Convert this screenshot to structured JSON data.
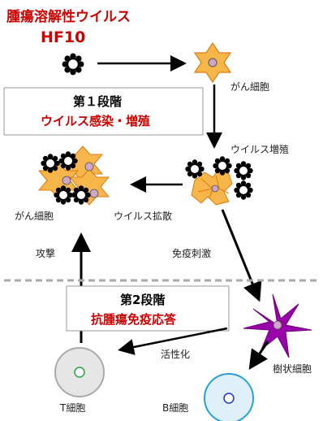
{
  "title": {
    "line1": "腫瘍溶解性ウイルス",
    "line2": "HF10"
  },
  "stage1": {
    "heading": "第１段階",
    "subtitle": "ウイルス感染・増殖"
  },
  "stage2": {
    "heading": "第2段階",
    "subtitle": "抗腫瘍免疫応答"
  },
  "labels": {
    "cancer_cell_top": "がん細胞",
    "virus_proliferation": "ウイルス増殖",
    "cancer_cell_left": "がん細胞",
    "virus_spread": "ウイルス拡散",
    "attack": "攻撃",
    "immune_stimulation": "免疫刺激",
    "activation": "活性化",
    "dendritic_cell": "樹状細胞",
    "t_cell": "T細胞",
    "b_cell": "B細胞"
  },
  "colors": {
    "title_red": "#cc0000",
    "cancer_fill": "#f7b64a",
    "cancer_stroke": "#e07a10",
    "nucleus": "#cfa6c8",
    "dendritic": "#9900aa",
    "t_cell_fill": "#e6e6e6",
    "t_cell_nucleus": "#22aa44",
    "b_cell_fill": "#dff0fa",
    "b_cell_stroke": "#2a9fd6",
    "b_cell_nucleus": "#2233cc",
    "divider": "#aaaaaa"
  }
}
